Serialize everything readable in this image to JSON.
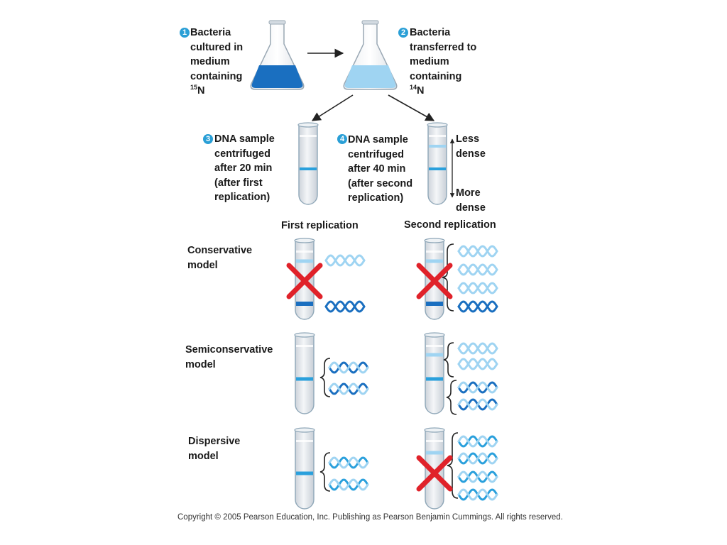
{
  "steps": [
    {
      "num": "1",
      "lines": [
        "Bacteria",
        "cultured in",
        "medium",
        "containing"
      ],
      "isotope": {
        "mass": "15",
        "element": "N"
      }
    },
    {
      "num": "2",
      "lines": [
        "Bacteria",
        "transferred to",
        "medium",
        "containing"
      ],
      "isotope": {
        "mass": "14",
        "element": "N"
      }
    },
    {
      "num": "3",
      "text": "DNA sample\ncentrifuged\nafter 20 min\n(after first\nreplication)"
    },
    {
      "num": "4",
      "text": "DNA sample\ncentrifuged\nafter 40 min\n(after second\nreplication)"
    }
  ],
  "density": {
    "less": "Less\ndense",
    "more": "More\ndense"
  },
  "columns": {
    "first": "First replication",
    "second": "Second replication"
  },
  "models": [
    {
      "name": "Conservative\nmodel",
      "first_rejected": true,
      "second_rejected": true
    },
    {
      "name": "Semiconservative\nmodel",
      "first_rejected": false,
      "second_rejected": false
    },
    {
      "name": "Dispersive\nmodel",
      "first_rejected": false,
      "second_rejected": true
    }
  ],
  "copyright": "Copyright © 2005 Pearson Education, Inc. Publishing as Pearson Benjamin Cummings. All rights reserved.",
  "colors": {
    "heavy_blue": "#1a6fc0",
    "light_blue": "#9fd4f2",
    "band_blue": "#2aa0dc",
    "badge_blue": "#2a9fd6",
    "reject_red": "#e0222a",
    "tube_fill": "#dfe3e8",
    "tube_edge": "#8fa7b8"
  }
}
